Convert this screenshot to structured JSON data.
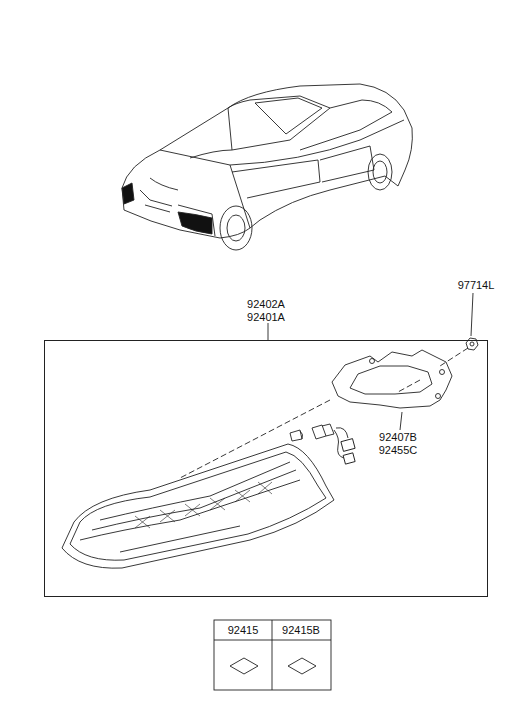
{
  "diagram": {
    "nodes": [
      {
        "text": [
          "92402A",
          "92401A"
        ]
      }
    ],
    "edges": [],
    "labels": [
      "97714L",
      "92407B",
      "92455C",
      "92415",
      "92415B"
    ]
  }
}
